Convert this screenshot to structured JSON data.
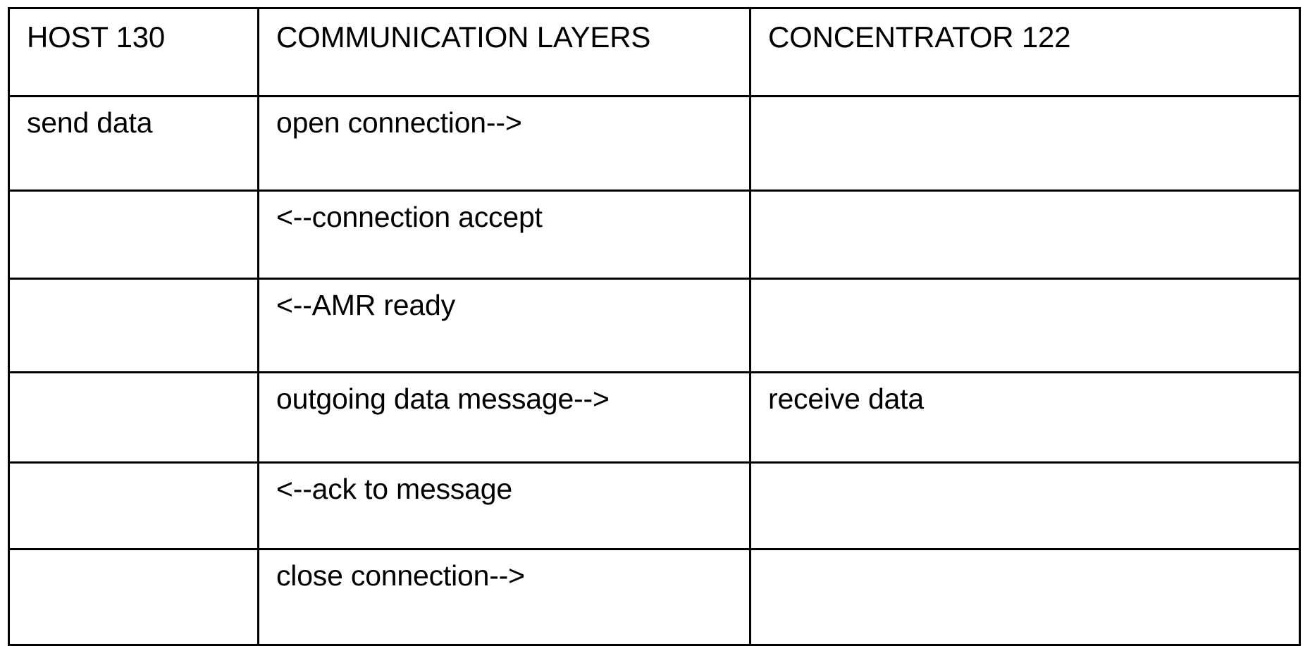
{
  "diagram": {
    "type": "sequence-table",
    "columns": [
      {
        "key": "host",
        "header": "HOST 130"
      },
      {
        "key": "communication_layers",
        "header": "COMMUNICATION LAYERS"
      },
      {
        "key": "concentrator",
        "header": "CONCENTRATOR 122"
      }
    ],
    "rows": [
      {
        "host": "send data",
        "communication_layers": "open connection-->",
        "concentrator": ""
      },
      {
        "host": "",
        "communication_layers": "<--connection accept",
        "concentrator": ""
      },
      {
        "host": "",
        "communication_layers": "<--AMR ready",
        "concentrator": ""
      },
      {
        "host": "",
        "communication_layers": "outgoing data message-->",
        "concentrator": "receive data"
      },
      {
        "host": "",
        "communication_layers": "<--ack to message",
        "concentrator": ""
      },
      {
        "host": "",
        "communication_layers": "close connection-->",
        "concentrator": ""
      }
    ],
    "colors": {
      "border": "#000000",
      "text": "#000000",
      "background": "#ffffff"
    }
  }
}
